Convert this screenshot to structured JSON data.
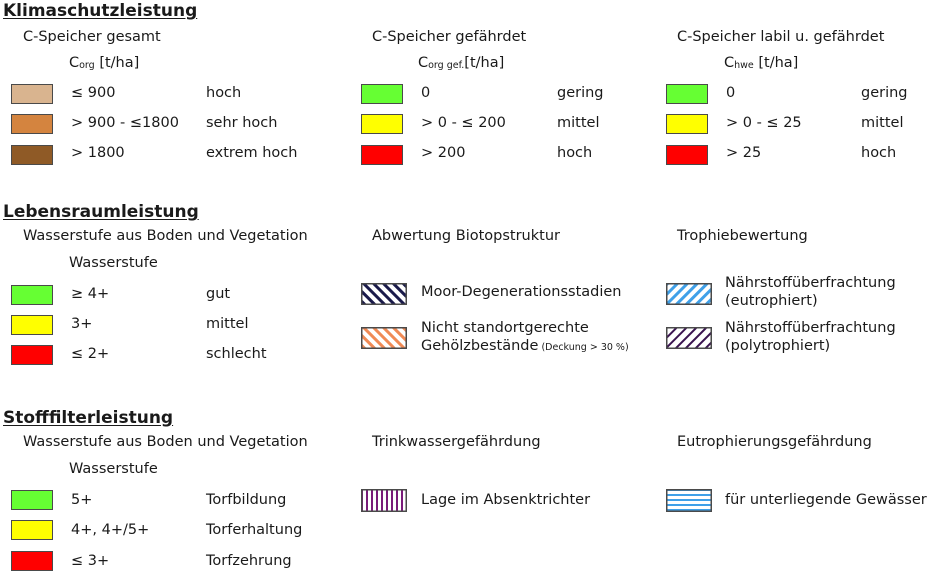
{
  "sections": {
    "klima": {
      "title": "Klimaschutzleistung",
      "columns": [
        {
          "label": "C-Speicher gesamt",
          "unit_main": "C",
          "unit_sub": "org",
          "unit_rest": " [t/ha]",
          "rows": [
            {
              "range": "≤ 900",
              "class": "hoch",
              "color": "#D9B48F"
            },
            {
              "range": "> 900 - ≤1800",
              "class": "sehr hoch",
              "color": "#D4843F"
            },
            {
              "range": "> 1800",
              "class": "extrem hoch",
              "color": "#8F5A26"
            }
          ]
        },
        {
          "label": "C-Speicher gefährdet",
          "unit_main": "C",
          "unit_sub": "org gef.",
          "unit_rest": "[t/ha]",
          "rows": [
            {
              "range": "0",
              "class": "gering",
              "color": "#66FF33"
            },
            {
              "range": "> 0 - ≤ 200",
              "class": "mittel",
              "color": "#FFFF00"
            },
            {
              "range": "> 200",
              "class": "hoch",
              "color": "#FF0000"
            }
          ]
        },
        {
          "label": "C-Speicher labil u. gefährdet",
          "unit_main": "C",
          "unit_sub": "hwe",
          "unit_rest": " [t/ha]",
          "rows": [
            {
              "range": "0",
              "class": "gering",
              "color": "#66FF33"
            },
            {
              "range": "> 0 - ≤ 25",
              "class": "mittel",
              "color": "#FFFF00"
            },
            {
              "range": "> 25",
              "class": "hoch",
              "color": "#FF0000"
            }
          ]
        }
      ]
    },
    "lebensraum": {
      "title": "Lebensraumleistung",
      "wasser": {
        "label": "Wasserstufe aus Boden und Vegetation",
        "sublabel": "Wasserstufe",
        "rows": [
          {
            "range": "≥ 4+",
            "class": "gut",
            "color": "#66FF33"
          },
          {
            "range": "3+",
            "class": "mittel",
            "color": "#FFFF00"
          },
          {
            "range": "≤ 2+",
            "class": "schlecht",
            "color": "#FF0000"
          }
        ]
      },
      "biotop": {
        "label": "Abwertung Biotopstruktur",
        "items": [
          {
            "line1": "Moor-Degenerationsstadien",
            "line2": "",
            "note": "",
            "color": "#1a1a4a"
          },
          {
            "line1": "Nicht standortgerechte",
            "line2": "Gehölzbestände",
            "note": " (Deckung > 30 %)",
            "color": "#F08A55"
          }
        ]
      },
      "trophie": {
        "label": "Trophiebewertung",
        "items": [
          {
            "line1": "Nährstoffüberfrachtung",
            "line2": "(eutrophiert)",
            "color": "#3FA0E8"
          },
          {
            "line1": "Nährstoffüberfrachtung",
            "line2": "(polytrophiert)",
            "color": "#3A1450"
          }
        ]
      }
    },
    "stofffilter": {
      "title": "Stofffilterleistung",
      "wasser": {
        "label": "Wasserstufe aus Boden und Vegetation",
        "sublabel": "Wasserstufe",
        "rows": [
          {
            "range": "5+",
            "class": "Torfbildung",
            "color": "#66FF33"
          },
          {
            "range": "4+, 4+/5+",
            "class": "Torferhaltung",
            "color": "#FFFF00"
          },
          {
            "range": "≤ 3+",
            "class": "Torfzehrung",
            "color": "#FF0000"
          }
        ]
      },
      "trinkwasser": {
        "label": "Trinkwassergefährdung",
        "item": "Lage im Absenktrichter",
        "color": "#7A1A7A"
      },
      "eutro": {
        "label": "Eutrophierungsgefährdung",
        "item": "für unterliegende Gewässer",
        "color": "#3FA0E8"
      }
    }
  }
}
